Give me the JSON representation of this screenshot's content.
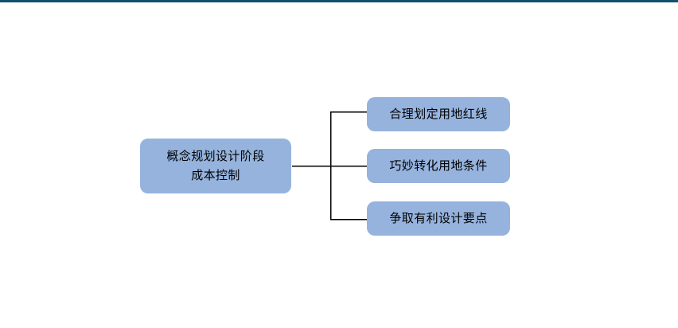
{
  "page": {
    "background_color": "#ffffff",
    "accent_rule_color": "#12506f"
  },
  "diagram": {
    "type": "org-chart",
    "node_fill_color": "#95b3dd",
    "node_text_color": "#000000",
    "connector_color": "#000000",
    "root": {
      "lines": [
        "概念规划设计阶段",
        "成本控制"
      ]
    },
    "children": [
      {
        "label": "合理划定用地红线"
      },
      {
        "label": "巧妙转化用地条件"
      },
      {
        "label": "争取有利设计要点"
      }
    ]
  }
}
